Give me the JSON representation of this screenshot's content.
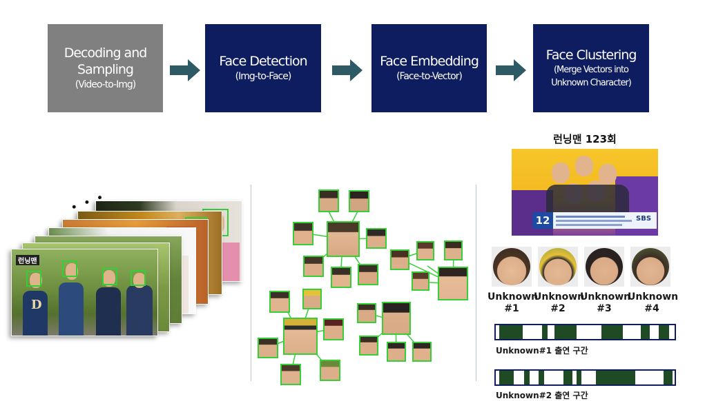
{
  "pipeline": [
    {
      "line1": "Decoding and",
      "line2": "Sampling",
      "line3": "(Video-to-Img)"
    },
    {
      "line1": "Face Detection",
      "line2": "(Img-to-Face)"
    },
    {
      "line1": "Face Embedding",
      "line2": "(Face-to-Vector)"
    },
    {
      "line1": "Face Clustering",
      "line2": "(Merge Vectors into",
      "line3": "Unknown Character)"
    }
  ],
  "episode_title": "런닝맨 123회",
  "tv": {
    "channel_number": "12",
    "broadcaster": "SBS"
  },
  "frames_ellipsis": "• • •",
  "unknowns": [
    {
      "name": "Unknown",
      "num": "#1"
    },
    {
      "name": "Unknown",
      "num": "#2"
    },
    {
      "name": "Unknown",
      "num": "#3"
    },
    {
      "name": "Unknown",
      "num": "#4"
    }
  ],
  "timelines": [
    {
      "label": "Unknown#1 출연 구간",
      "segments": [
        [
          0.02,
          0.15
        ],
        [
          0.26,
          0.29
        ],
        [
          0.33,
          0.45
        ],
        [
          0.59,
          0.71
        ],
        [
          0.81,
          0.86
        ],
        [
          0.91,
          0.97
        ]
      ]
    },
    {
      "label": "Unknown#2 출연 구간",
      "segments": [
        [
          0.02,
          0.1
        ],
        [
          0.16,
          0.19
        ],
        [
          0.24,
          0.27
        ],
        [
          0.38,
          0.43
        ],
        [
          0.45,
          0.48
        ],
        [
          0.56,
          0.78
        ],
        [
          0.94,
          0.99
        ]
      ]
    }
  ],
  "colors": {
    "gray_box": "#808080",
    "navy_box": "#0e1d5f",
    "arrow": "#2e5a66",
    "face_box": "#36d036",
    "segment": "#1e4a24"
  }
}
